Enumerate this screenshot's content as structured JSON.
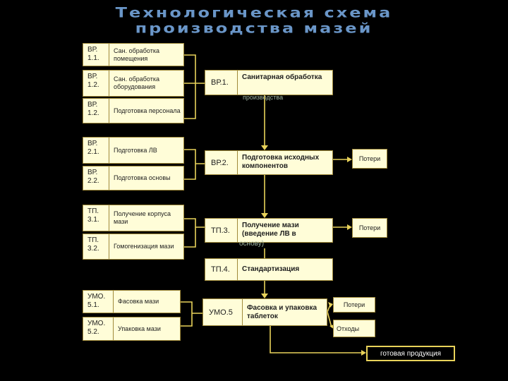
{
  "title": {
    "line1": "Технологическая схема",
    "line2": "производства мазей"
  },
  "left_boxes": [
    {
      "code": "ВР. 1.1.",
      "label": "Сан. обработка помещения"
    },
    {
      "code": "ВР. 1.2.",
      "label": "Сан. обработка оборудования"
    },
    {
      "code": "ВР. 1.2.",
      "label": "Подготовка персонала"
    },
    {
      "code": "ВР. 2.1.",
      "label": "Подготовка ЛВ"
    },
    {
      "code": "ВР. 2.2.",
      "label": "Подготовка основы"
    },
    {
      "code": "ТП. 3.1.",
      "label": "Получение корпуса мази"
    },
    {
      "code": "ТП. 3.2.",
      "label": "Гомогенизация мази"
    },
    {
      "code": "УМО. 5.1.",
      "label": "Фасовка мази"
    },
    {
      "code": "УМО. 5.2.",
      "label": "Упаковка мази"
    }
  ],
  "main_steps": [
    {
      "code": "ВР.1.",
      "label": "Санитарная обработка",
      "overflow": "производства"
    },
    {
      "code": "ВР.2.",
      "label": "Подготовка исходных компонентов",
      "overflow": ""
    },
    {
      "code": "ТП.3.",
      "label": "Получение мази (введение ЛВ в",
      "overflow": "основу)"
    },
    {
      "code": "ТП.4.",
      "label": "Стандартизация",
      "overflow": ""
    },
    {
      "code": "УМО.5",
      "label": "Фасовка и упаковка таблеток",
      "overflow": ""
    }
  ],
  "side_boxes": [
    {
      "label": "Потери"
    },
    {
      "label": "Потери"
    },
    {
      "label": "Потери"
    },
    {
      "label": "Отходы"
    }
  ],
  "final": {
    "label": "готовая продукция"
  },
  "colors": {
    "box_fill": "#fffdd8",
    "box_border": "#a08a3a",
    "connector": "#e8d25a",
    "title": "#6a96c8",
    "background": "#000000"
  }
}
